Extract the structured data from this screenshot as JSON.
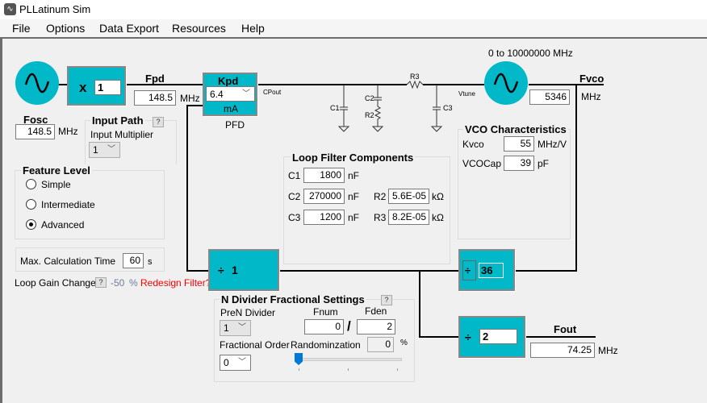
{
  "window": {
    "title": "PLLatinum Sim"
  },
  "menu": [
    "File",
    "Options",
    "Data Export",
    "Resources",
    "Help"
  ],
  "osc": {
    "label": "Fosc",
    "value": "148.5",
    "unit": "MHz"
  },
  "multiplier": {
    "symbol": "x",
    "value": "1"
  },
  "fpd": {
    "label": "Fpd",
    "value": "148.5",
    "unit": "MHz"
  },
  "pfd": {
    "label": "Kpd",
    "value": "6.4",
    "unit": "mA",
    "caption": "PFD",
    "cp_label": "CPout"
  },
  "input_path": {
    "title": "Input Path",
    "help": "?",
    "multiplier_label": "Input Multiplier",
    "multiplier_value": "1"
  },
  "feature_level": {
    "title": "Feature Level",
    "options": [
      {
        "label": "Simple",
        "selected": false
      },
      {
        "label": "Intermediate",
        "selected": false
      },
      {
        "label": "Advanced",
        "selected": true
      }
    ]
  },
  "calc": {
    "label": "Max. Calculation Time",
    "value": "60",
    "unit": "s"
  },
  "loop_gain": {
    "label": "Loop Gain Change",
    "help": "?",
    "value": "-50",
    "unit": "%",
    "warning": "Redesign Filter?",
    "warning_color": "#ff0000"
  },
  "schematic": {
    "c1": "C1",
    "c2": "C2",
    "r2": "R2",
    "r3": "R3",
    "c3": "C3",
    "vtune": "Vtune"
  },
  "loop_filter": {
    "title": "Loop Filter Components",
    "c1": {
      "label": "C1",
      "value": "1800",
      "unit": "nF"
    },
    "c2": {
      "label": "C2",
      "value": "270000",
      "unit": "nF"
    },
    "c3": {
      "label": "C3",
      "value": "1200",
      "unit": "nF"
    },
    "r2": {
      "label": "R2",
      "value": "5.6E-05",
      "unit": "kΩ"
    },
    "r3": {
      "label": "R3",
      "value": "8.2E-05",
      "unit": "kΩ"
    }
  },
  "vco": {
    "range": "0 to 10000000 MHz",
    "label": "Fvco",
    "value": "5346",
    "unit": "MHz",
    "char_title": "VCO Characteristics",
    "kvco_label": "Kvco",
    "kvco": "55",
    "kvco_unit": "MHz/V",
    "cap_label": "VCOCap",
    "cap": "39",
    "cap_unit": "pF"
  },
  "n_divider": {
    "symbol": "÷",
    "value": "1"
  },
  "vco_divider": {
    "symbol": "÷",
    "value": "36"
  },
  "out_divider": {
    "symbol": "÷",
    "value": "2"
  },
  "fout": {
    "label": "Fout",
    "value": "74.25",
    "unit": "MHz"
  },
  "frac": {
    "title": "N Divider Fractional Settings",
    "help": "?",
    "pren_label": "PreN Divider",
    "pren_value": "1",
    "order_label": "Fractional Order",
    "order_value": "0",
    "fnum_label": "Fnum",
    "fnum": "0",
    "fden_label": "Fden",
    "fden": "2",
    "slash": "/",
    "rand_label": "Randominzation",
    "rand_value": "0",
    "rand_unit": "%",
    "rand_slider": 0
  },
  "colors": {
    "teal": "#00b8c8",
    "slider": "#0078d7"
  }
}
